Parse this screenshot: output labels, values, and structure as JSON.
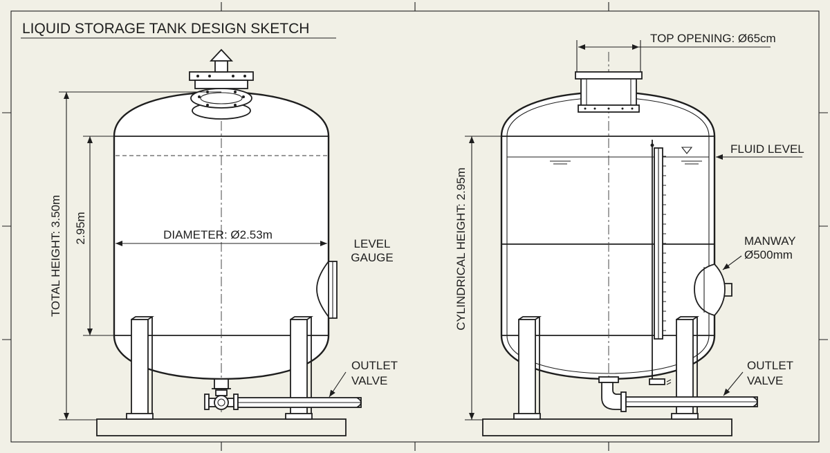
{
  "title": "LIQUID STORAGE TANK DESIGN SKETCH",
  "left_view": {
    "total_height": "TOTAL HEIGHT: 3.50m",
    "shell_height": "2.95m",
    "diameter": "DIAMETER: Ø2.53m",
    "level_gauge_line1": "LEVEL",
    "level_gauge_line2": "GAUGE",
    "outlet_line1": "OUTLET",
    "outlet_line2": "VALVE"
  },
  "right_view": {
    "top_opening": "TOP OPENING: Ø65cm",
    "fluid_level": "FLUID LEVEL",
    "cylindrical_height": "CYLINDRICAL HEIGHT: 2.95m",
    "manway_line1": "MANWAY",
    "manway_line2": "Ø500mm",
    "outlet_line1": "OUTLET",
    "outlet_line2": "VALVE"
  }
}
